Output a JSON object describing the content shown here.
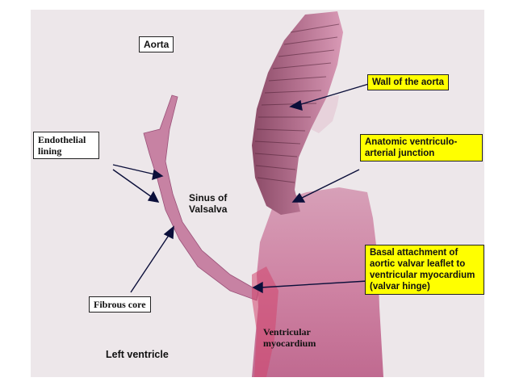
{
  "figure": {
    "labels": {
      "aorta": "Aorta",
      "wall_of_aorta": "Wall of the aorta",
      "endothelial_lining": "Endothelial lining",
      "anatomic_junction": "Anatomic ventriculo-arterial junction",
      "sinus_of_valsalva": "Sinus of Valsalva",
      "basal_attachment": "Basal attachment of aortic valvar leaflet to ventricular myocardium (valvar hinge)",
      "fibrous_core": "Fibrous core",
      "ventricular_myocardium": "Ventricular myocardium",
      "left_ventricle": "Left ventricle"
    },
    "colors": {
      "background": "#ede7ea",
      "tissue_pink": "#c86a93",
      "tissue_dark": "#a24d77",
      "highlight": "#ffff00"
    }
  }
}
